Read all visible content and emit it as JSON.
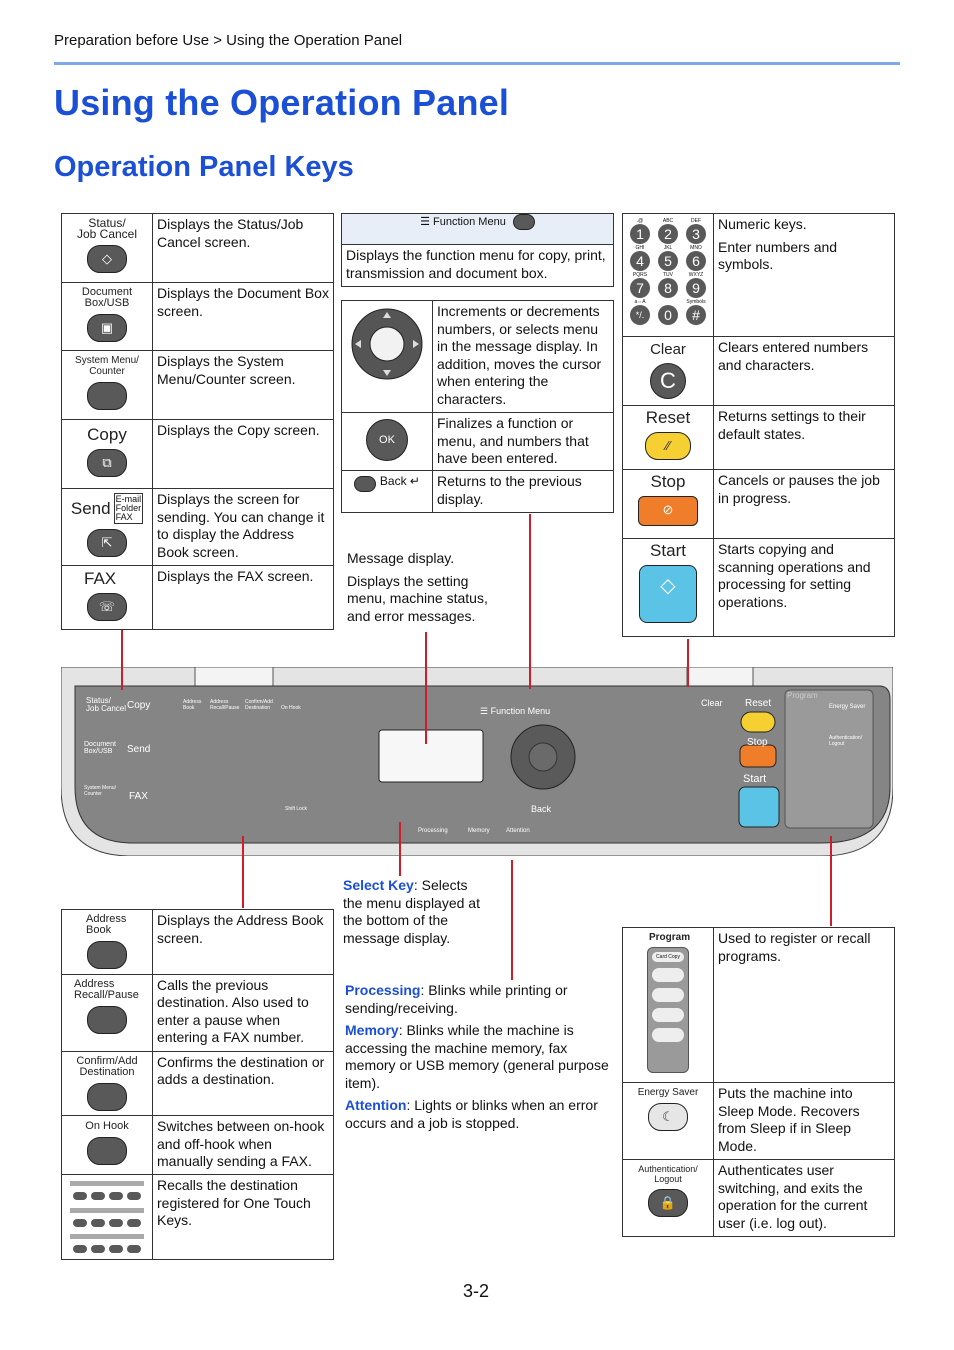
{
  "breadcrumb": "Preparation before Use > Using the Operation Panel",
  "page_title": "Using the Operation Panel",
  "section_title": "Operation Panel Keys",
  "left_keys": [
    {
      "label": "Status/\nJob Cancel",
      "desc": "Displays the Status/Job Cancel screen."
    },
    {
      "label": "Document\nBox/USB",
      "desc": "Displays the Document Box screen."
    },
    {
      "label": "System Menu/\nCounter",
      "desc": "Displays the System Menu/Counter screen."
    },
    {
      "label": "Copy",
      "desc": "Displays the Copy screen."
    },
    {
      "label": "Send",
      "desc": "Displays the screen for sending. You can change it to display the Address Book screen.",
      "sub": "E-mail\nFolder\nFAX"
    },
    {
      "label": "FAX",
      "desc": "Displays the FAX screen."
    }
  ],
  "function_menu": {
    "label": "Function Menu",
    "desc": "Displays the function menu for copy, print, transmission and document box."
  },
  "center_keys": [
    {
      "icon": "arrow-keys",
      "desc": "Increments or decrements numbers, or selects menu in the message display. In addition, moves the cursor when entering the characters."
    },
    {
      "icon": "ok-key",
      "label": "OK",
      "desc": "Finalizes a function or menu, and numbers that have been entered."
    },
    {
      "label": "Back",
      "desc": "Returns to the previous display."
    }
  ],
  "right_keys": [
    {
      "label": "",
      "desc1": "Numeric keys.",
      "desc2": "Enter numbers and symbols."
    },
    {
      "label": "Clear",
      "desc": "Clears entered numbers and characters."
    },
    {
      "label": "Reset",
      "desc": "Returns settings to their default states."
    },
    {
      "label": "Stop",
      "desc": "Cancels or pauses the job in progress."
    },
    {
      "label": "Start",
      "desc": "Starts copying and scanning operations and processing for setting operations."
    }
  ],
  "numpad": {
    "keys": [
      "1",
      "2",
      "3",
      "4",
      "5",
      "6",
      "7",
      "8",
      "9",
      "*/.",
      "0",
      "#"
    ],
    "letters": [
      ".@",
      "ABC",
      "DEF",
      "GHI",
      "JKL",
      "MNO",
      "PQRS",
      "TUV",
      "WXYZ",
      "a⇔A",
      "",
      "Symbols"
    ]
  },
  "message_display": {
    "line1": "Message display.",
    "line2": "Displays the setting menu, machine status, and error messages."
  },
  "select_key": {
    "term": "Select Key",
    "desc": ": Selects the menu displayed at the bottom of the message display."
  },
  "indicators": [
    {
      "term": "Processing",
      "desc": ": Blinks while printing or sending/receiving."
    },
    {
      "term": "Memory",
      "desc": ": Blinks while the machine is accessing the machine memory, fax memory or USB memory (general purpose item)."
    },
    {
      "term": "Attention",
      "desc": ": Lights or blinks when an error occurs and a job is stopped."
    }
  ],
  "bottom_left_keys": [
    {
      "label": "Address\nBook",
      "desc": "Displays the Address Book screen."
    },
    {
      "label": "Address\nRecall/Pause",
      "desc": "Calls the previous destination. Also used to enter a pause when entering a FAX number."
    },
    {
      "label": "Confirm/Add\nDestination",
      "desc": "Confirms the destination or adds a destination."
    },
    {
      "label": "On Hook",
      "desc": "Switches between on-hook and off-hook when manually sending a FAX."
    },
    {
      "label": "",
      "desc": "Recalls the destination registered for One Touch Keys."
    }
  ],
  "bottom_right_keys": [
    {
      "label": "Program",
      "desc": "Used to register or recall programs.",
      "sub": "Card Copy"
    },
    {
      "label": "Energy Saver",
      "desc": "Puts the machine into Sleep Mode. Recovers from Sleep if in Sleep Mode."
    },
    {
      "label": "Authentication/\nLogout",
      "desc": "Authenticates user switching, and exits the operation for the current user (i.e. log out)."
    }
  ],
  "panel_labels": {
    "status": "Status/\nJob Cancel",
    "copy": "Copy",
    "docbox": "Document\nBox/USB",
    "send": "Send",
    "sysmenu": "System Menu/\nCounter",
    "fax": "FAX",
    "addr_book": "Address\nBook",
    "addr_recall": "Address\nRecall/Pause",
    "confirm": "Confirm/Add\nDestination",
    "onhook": "On Hook",
    "shiftlock": "Shift Lock",
    "function_menu": "Function Menu",
    "back": "Back",
    "processing": "Processing",
    "memory": "Memory",
    "attention": "Attention",
    "clear": "Clear",
    "reset": "Reset",
    "stop": "Stop",
    "start": "Start",
    "program": "Program",
    "energy": "Energy Saver",
    "auth": "Authentication/\nLogout"
  },
  "page_number": "3-2",
  "colors": {
    "accent": "#1a4fd6",
    "rule": "#7fa8e8",
    "leader": "#cc1f2b",
    "key_dark": "#595959",
    "start_blue": "#5bc4e6",
    "stop_orange": "#f07d2a",
    "reset_yellow": "#f6d033",
    "panel_gray": "#8a8a8a"
  }
}
